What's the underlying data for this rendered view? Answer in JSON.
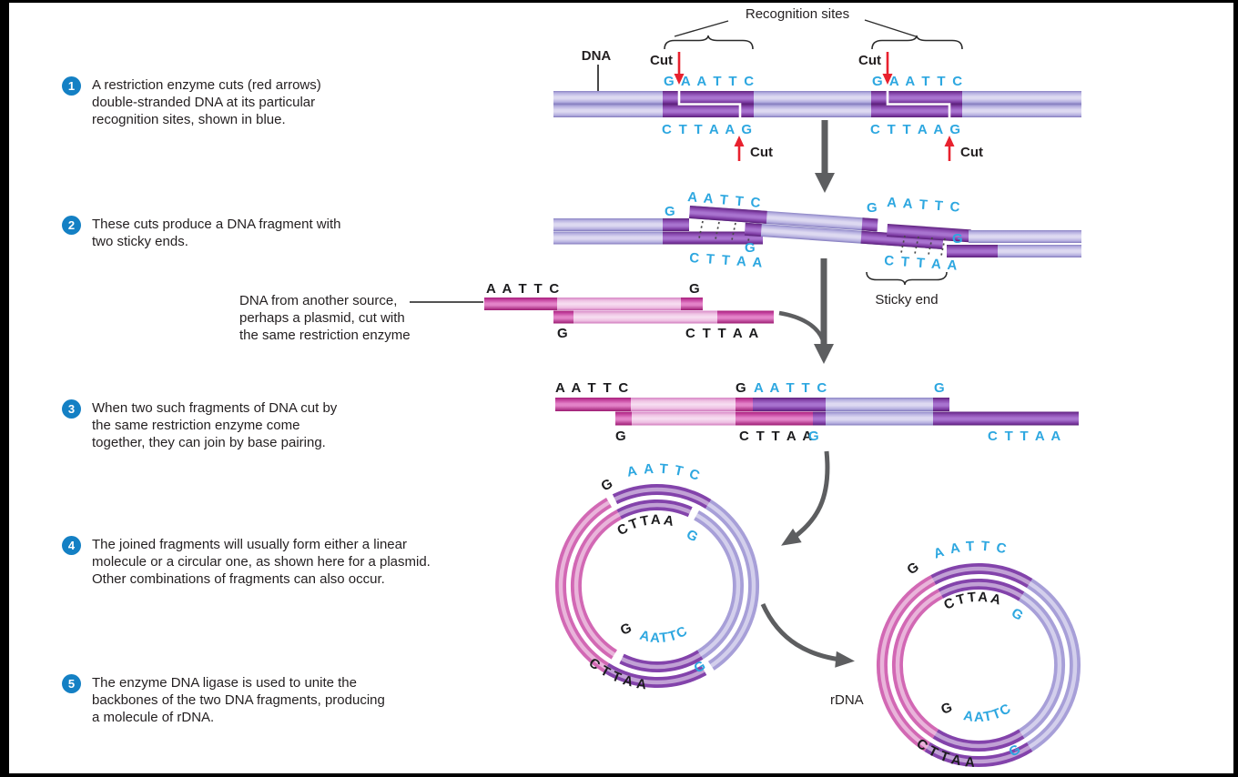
{
  "figure_labels": {
    "recognition_sites": "Recognition sites",
    "dna": "DNA",
    "cut": "Cut",
    "sticky_end": "Sticky end",
    "rdna": "rDNA"
  },
  "steps": [
    {
      "num": "1",
      "lines": [
        "A restriction enzyme cuts (red arrows)",
        "double-stranded DNA at its particular",
        "recognition sites, shown in blue."
      ]
    },
    {
      "num": "2",
      "lines": [
        "These cuts produce a DNA fragment with",
        "two sticky ends."
      ]
    },
    {
      "num": "3",
      "lines": [
        "When two such fragments of DNA cut by",
        "the same restriction enzyme come",
        "together, they can join by base pairing."
      ]
    },
    {
      "num": "4",
      "lines": [
        "The joined fragments will usually form either a linear",
        "molecule or a circular one, as shown here for a plasmid.",
        "Other combinations of fragments can also occur."
      ]
    },
    {
      "num": "5",
      "lines": [
        "The enzyme DNA ligase is used to unite the",
        "backbones of the two DNA fragments, producing",
        "a molecule of rDNA."
      ]
    }
  ],
  "side_note": {
    "lines": [
      "DNA from another source,",
      "perhaps a plasmid, cut with",
      "the same restriction enzyme"
    ]
  },
  "sequences": {
    "site_top": "G A A T T C",
    "site_bottom": "C T T A A G",
    "overhang_aattc": "A A T T C",
    "overhang_cttaa": "C T T A A",
    "base_g": "G",
    "aattc_tight": "AATTC",
    "cttaa_tight": "CTTAA"
  },
  "colors": {
    "recognition_blue": "#2da7e0",
    "cut_arrow_red": "#e8212e",
    "step_badge_blue": "#1480c4",
    "dna_lavender": "#b6b0e0",
    "dna_dark_purple": "#8a4bb0",
    "plasmid_pink_dark": "#c94aa4",
    "plasmid_pink_light": "#efc4e4",
    "flow_arrow_gray": "#5d5e60"
  }
}
